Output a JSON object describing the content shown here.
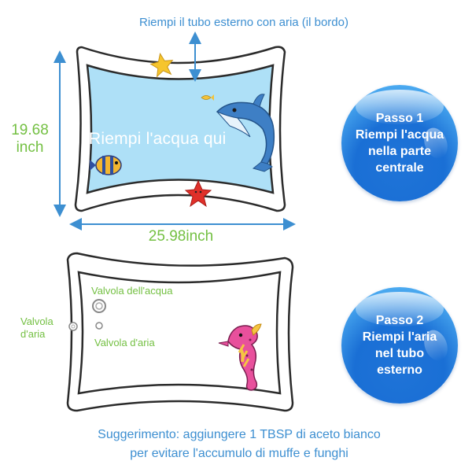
{
  "top_caption": "Riempi il tubo esterno con aria (il bordo)",
  "height": {
    "value": "19.68",
    "unit": "inch"
  },
  "width_label": "25.98inch",
  "fill_water_text": "Riempi l'acqua qui",
  "step1": {
    "title": "Passo 1",
    "line1": "Riempi l'acqua",
    "line2": "nella parte",
    "line3": "centrale"
  },
  "step2": {
    "title": "Passo 2",
    "line1": "Riempi l'aria",
    "line2": "nel tubo",
    "line3": "esterno"
  },
  "labels": {
    "water_valve": "Valvola dell'acqua",
    "air_valve_inner": "Valvola d'aria",
    "air_valve_outer_line1": "Valvola",
    "air_valve_outer_line2": "d'aria"
  },
  "tip": {
    "line1": "Suggerimento: aggiungere 1 TBSP di aceto bianco",
    "line2": "per evitare l'accumulo di muffe e funghi"
  },
  "colors": {
    "accent_blue": "#3d8fd1",
    "label_green": "#74c043",
    "water_blue": "#aee0f7",
    "circle_blue": "#1a6fd5"
  }
}
